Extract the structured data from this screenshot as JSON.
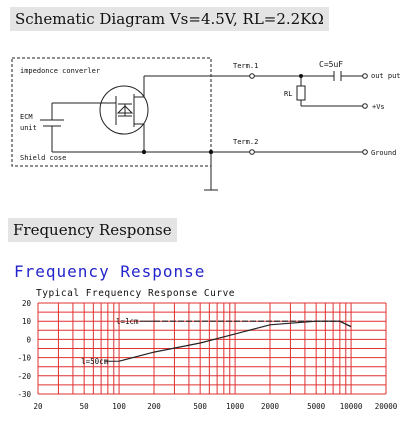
{
  "schematic": {
    "title": "Schematic Diagram  Vs=4.5V, RL=2.2KΩ",
    "box_label": "impedonce converler",
    "ecm_label_1": "ECM",
    "ecm_label_2": "unit",
    "shield_label": "Shield cose",
    "term1_label": "Term.1",
    "term2_label": "Term.2",
    "capacitor_label": "C=5uF",
    "rl_label": "RL",
    "output_label": "out put",
    "vs_label": "+Vs",
    "ground_label": "Ground"
  },
  "frequency_section": {
    "title": "Frequency Response",
    "heading": "Frequency Response"
  },
  "chart_data": {
    "type": "line",
    "title": "Typical Frequency Response Curve",
    "xlabel": "",
    "ylabel": "",
    "x_scale": "log",
    "xlim": [
      20,
      20000
    ],
    "ylim": [
      -30,
      20
    ],
    "x_ticks": [
      "20",
      "50",
      "100",
      "200",
      "500",
      "1000",
      "2000",
      "5000",
      "10000",
      "20000"
    ],
    "y_ticks": [
      "20",
      "10",
      "0",
      "-10",
      "-20",
      "-30"
    ],
    "grid": true,
    "grid_color": "#e03030",
    "series": [
      {
        "name": "l=1cm",
        "style": "dashed",
        "x": [
          200,
          500,
          1000,
          2000,
          5000,
          8000,
          10000
        ],
        "y": [
          10,
          10,
          10,
          10,
          10,
          10,
          7
        ]
      },
      {
        "name": "l=50cm",
        "style": "solid",
        "x": [
          100,
          200,
          500,
          1000,
          2000,
          5000,
          8000,
          10000
        ],
        "y": [
          -12,
          -7,
          -2,
          3,
          8,
          10,
          10,
          7
        ]
      }
    ]
  }
}
